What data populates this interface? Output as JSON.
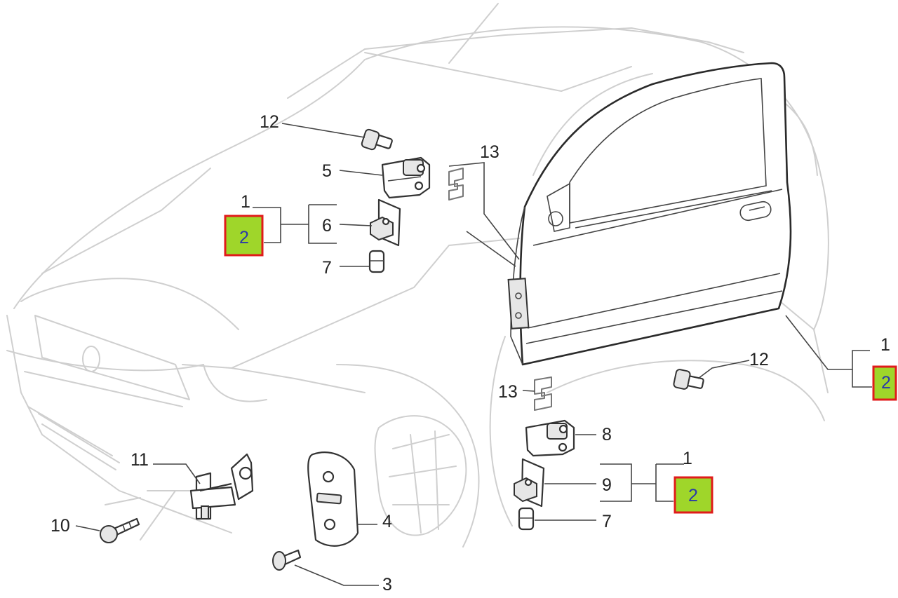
{
  "callouts": {
    "c12_top": "12",
    "c5": "5",
    "c13_top": "13",
    "c1_left": "1",
    "c2_left": "2",
    "c6": "6",
    "c7_top": "7",
    "c1_right": "1",
    "c2_right": "2",
    "c12_right": "12",
    "c13_bottom": "13",
    "c8": "8",
    "c1_bottom": "1",
    "c9": "9",
    "c2_bottom": "2",
    "c7_bottom": "7",
    "c11": "11",
    "c10": "10",
    "c4": "4",
    "c3": "3"
  },
  "colors": {
    "highlight_fill": "#9fd62a",
    "highlight_border": "#e01b1b",
    "highlight_text": "#2b3aa8"
  }
}
